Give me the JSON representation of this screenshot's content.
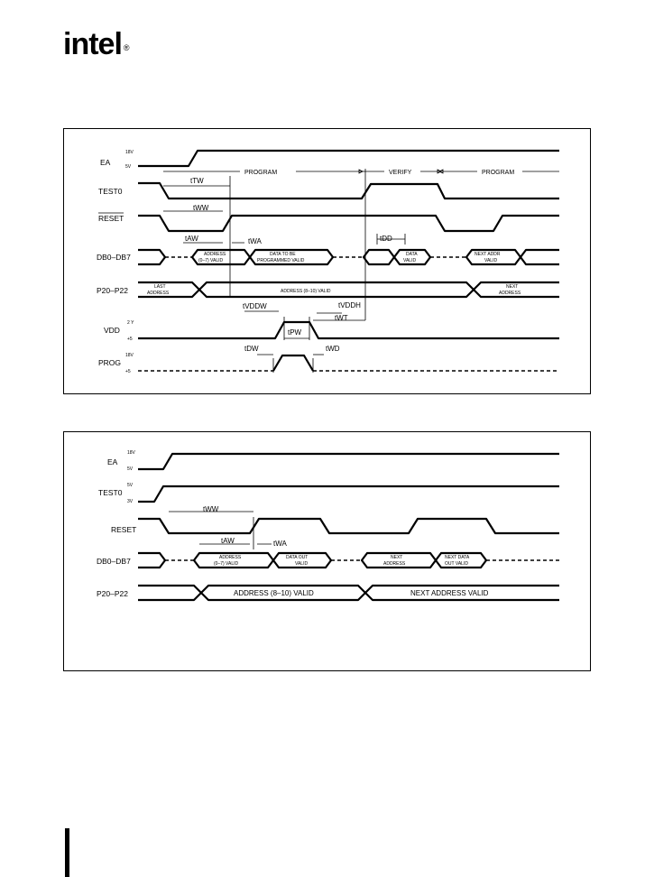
{
  "brand": {
    "logo_text": "intel",
    "reg_mark": "®"
  },
  "diagram1": {
    "signals": {
      "ea": "EA",
      "test0": "TEST0",
      "reset": "RESET",
      "db": "DB0–DB7",
      "p20": "P20–P22",
      "vdd": "VDD",
      "prog": "PROG"
    },
    "levels": {
      "ea_high": "18V",
      "ea_low": "5V",
      "vdd_high": "2 Y",
      "vdd_low": "+5",
      "prog_high": "18V",
      "prog_low": "+5"
    },
    "phases": {
      "program": "PROGRAM",
      "verify": "VERIFY",
      "program2": "PROGRAM"
    },
    "bus_labels": {
      "address_valid_1": "ADDRESS",
      "address_valid_2": "(0–7) VALID",
      "data_prog_1": "DATA TO BE",
      "data_prog_2": "PROGRAMMED VALID",
      "data_valid_1": "DATA",
      "data_valid_2": "VALID",
      "next_addr_1": "NEXT ADDR",
      "next_addr_2": "VALID",
      "last_addr_1": "LAST",
      "last_addr_2": "ADDRESS",
      "addr_8_10": "ADDRESS (8–10) VALID",
      "next_address_1": "NEXT",
      "next_address_2": "ADDRESS"
    },
    "timings": {
      "ttw": "tTW",
      "tww": "tWW",
      "taw": "tAW",
      "twa": "tWA",
      "tdd": "tDD",
      "tvddw": "tVDDW",
      "tvddh": "tVDDH",
      "twt": "tWT",
      "tpw": "tPW",
      "tdw": "tDW",
      "twd": "tWD"
    }
  },
  "diagram2": {
    "signals": {
      "ea": "EA",
      "test0": "TEST0",
      "reset": "RESET",
      "db": "DB0–DB7",
      "p20": "P20–P22"
    },
    "levels": {
      "ea_high": "18V",
      "ea_low": "5V",
      "test_high": "5V",
      "test_low": "3V"
    },
    "bus_labels": {
      "address_valid_1": "ADDRESS",
      "address_valid_2": "(0–7) VALID",
      "data_out_1": "DATA OUT",
      "data_out_2": "VALID",
      "next_address_1": "NEXT",
      "next_address_2": "ADDRESS",
      "next_data_1": "NEXT DATA",
      "next_data_2": "OUT VALID",
      "addr_8_10": "ADDRESS (8–10) VALID",
      "next_addr_valid": "NEXT ADDRESS VALID"
    },
    "timings": {
      "tww": "tWW",
      "taw": "tAW",
      "twa": "tWA"
    }
  }
}
